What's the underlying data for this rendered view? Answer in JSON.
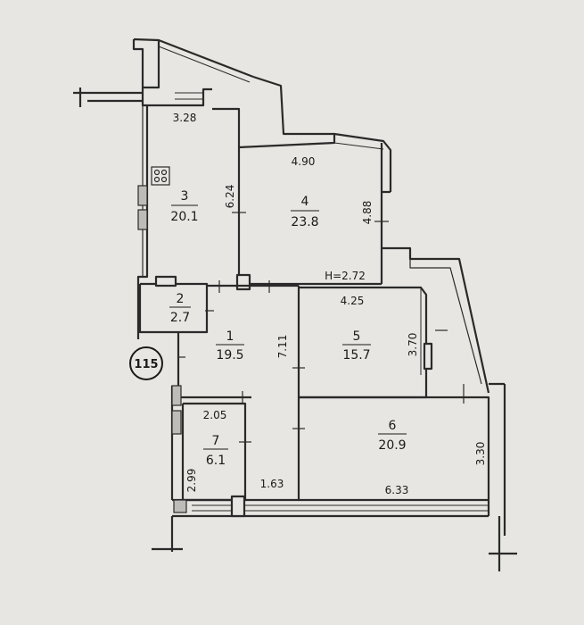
{
  "rooms": [
    {
      "id": "1",
      "area": "19.5"
    },
    {
      "id": "2",
      "area": "2.7"
    },
    {
      "id": "3",
      "area": "20.1"
    },
    {
      "id": "4",
      "area": "23.8"
    },
    {
      "id": "5",
      "area": "15.7"
    },
    {
      "id": "6",
      "area": "20.9"
    },
    {
      "id": "7",
      "area": "6.1"
    }
  ],
  "dimensions": {
    "r3_width": "3.28",
    "r3_length": "6.24",
    "r4_width": "4.90",
    "r4_length": "4.88",
    "ceiling_height": "H=2.72",
    "r5_width": "4.25",
    "r5_length": "3.70",
    "r1_length": "7.11",
    "r7_width": "2.05",
    "r7_length": "2.99",
    "corridor_width": "1.63",
    "r6_width": "6.33",
    "r6_length": "3.30"
  },
  "apartment_number": "115",
  "colors": {
    "paper": "#e7e6e2",
    "line": "#2a2a2a",
    "wall": "#3a3a3a"
  }
}
